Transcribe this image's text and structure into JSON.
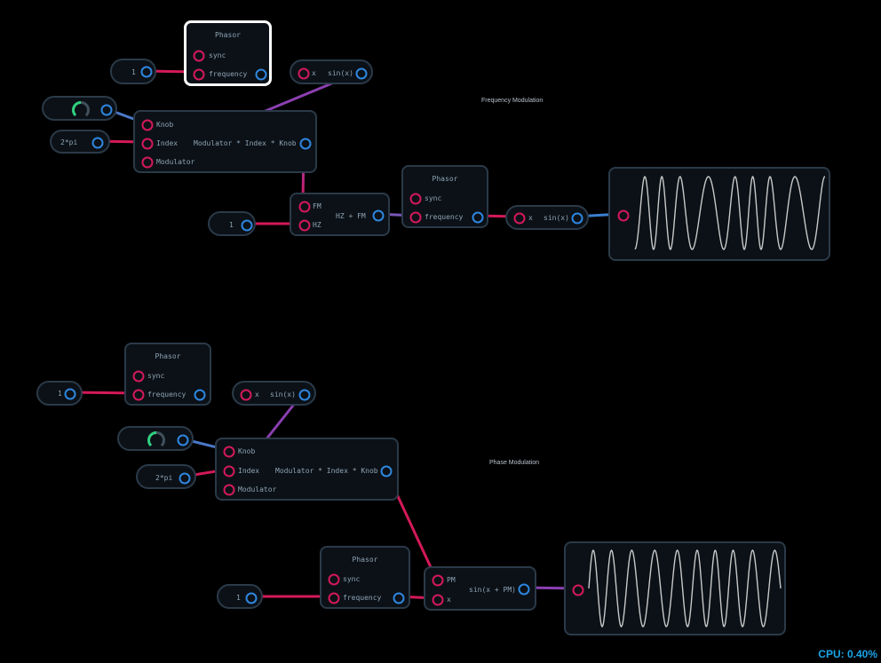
{
  "colors": {
    "input_port": "#d4195a",
    "output_port": "#2f86de",
    "wire": "#d4195a",
    "knob_arc": "#2fd07f",
    "cpu_text": "#1aa4e8"
  },
  "captions": {
    "fm": "Frequency Modulation",
    "pm": "Phase Modulation"
  },
  "status": {
    "cpu": "CPU: 0.40%"
  },
  "fm": {
    "const_a": "1",
    "phasor_a": {
      "title": "Phasor",
      "sync": "sync",
      "frequency": "frequency"
    },
    "sin_a": {
      "x": "x",
      "out": "sin(x)"
    },
    "knob_icon": "knob-icon",
    "two_pi": "2*pi",
    "mul": {
      "knob": "Knob",
      "index": "Index",
      "modulator": "Modulator",
      "out": "Modulator * Index * Knob"
    },
    "const_b": "1",
    "sum": {
      "fm": "FM",
      "hz": "HZ",
      "out": "HZ + FM"
    },
    "phasor_b": {
      "title": "Phasor",
      "sync": "sync",
      "frequency": "frequency"
    },
    "sin_b": {
      "x": "x",
      "out": "sin(x)"
    }
  },
  "pm": {
    "const_a": "1",
    "phasor_a": {
      "title": "Phasor",
      "sync": "sync",
      "frequency": "frequency"
    },
    "sin_a": {
      "x": "x",
      "out": "sin(x)"
    },
    "two_pi": "2*pi",
    "mul": {
      "knob": "Knob",
      "index": "Index",
      "modulator": "Modulator",
      "out": "Modulator * Index * Knob"
    },
    "const_b": "1",
    "phasor_b": {
      "title": "Phasor",
      "sync": "sync",
      "frequency": "frequency"
    },
    "sinpm": {
      "pm": "PM",
      "x": "x",
      "out": "sin(x + PM)"
    }
  }
}
